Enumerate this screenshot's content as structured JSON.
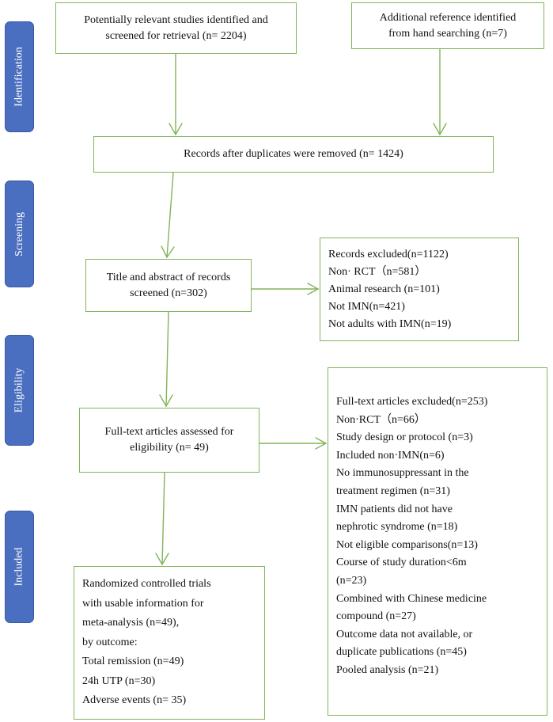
{
  "stages": {
    "identification": "Identification",
    "screening": "Screening",
    "eligibility": "Eligibility",
    "included": "Included"
  },
  "boxes": {
    "identified": {
      "lines": [
        "Potentially relevant studies identified and",
        "screened for retrieval (n= 2204)"
      ]
    },
    "additional": {
      "lines": [
        "Additional reference identified",
        "from hand searching (n=7)"
      ]
    },
    "after_duplicates": {
      "lines": [
        "Records after duplicates were removed (n= 1424)"
      ]
    },
    "title_abstract": {
      "lines": [
        "Title and abstract of records",
        "screened (n=302)"
      ]
    },
    "records_excluded": {
      "lines": [
        "Records excluded(n=1122)",
        "Non· RCT（n=581）",
        "Animal research (n=101)",
        "Not IMN(n=421)",
        "Not adults with IMN(n=19)"
      ]
    },
    "full_text": {
      "lines": [
        "Full-text articles assessed for",
        "eligibility (n= 49)"
      ]
    },
    "full_text_excluded": {
      "lines": [
        "Full-text articles excluded(n=253)",
        "Non·RCT（n=66）",
        "Study design or protocol (n=3)",
        "Included non·IMN(n=6)",
        "No immunosuppressant in the",
        "treatment regimen (n=31)",
        "IMN patients did not have",
        "nephrotic syndrome (n=18)",
        "Not eligible comparisons(n=13)",
        "Course of study duration<6m",
        "(n=23)",
        "Combined with Chinese medicine",
        "compound (n=27)",
        "Outcome data not available, or",
        "duplicate publications (n=45)",
        "Pooled analysis (n=21)"
      ]
    },
    "included_rcts": {
      "lines": [
        "Randomized controlled trials",
        "with usable information for",
        "meta-analysis (n=49),",
        "by outcome:",
        "Total remission (n=49)",
        "24h UTP (n=30)",
        "Adverse events (n= 35)"
      ]
    }
  },
  "colors": {
    "box_border": "#82b45a",
    "arrow": "#82b45a",
    "stage_fill": "#4a6fc0"
  }
}
